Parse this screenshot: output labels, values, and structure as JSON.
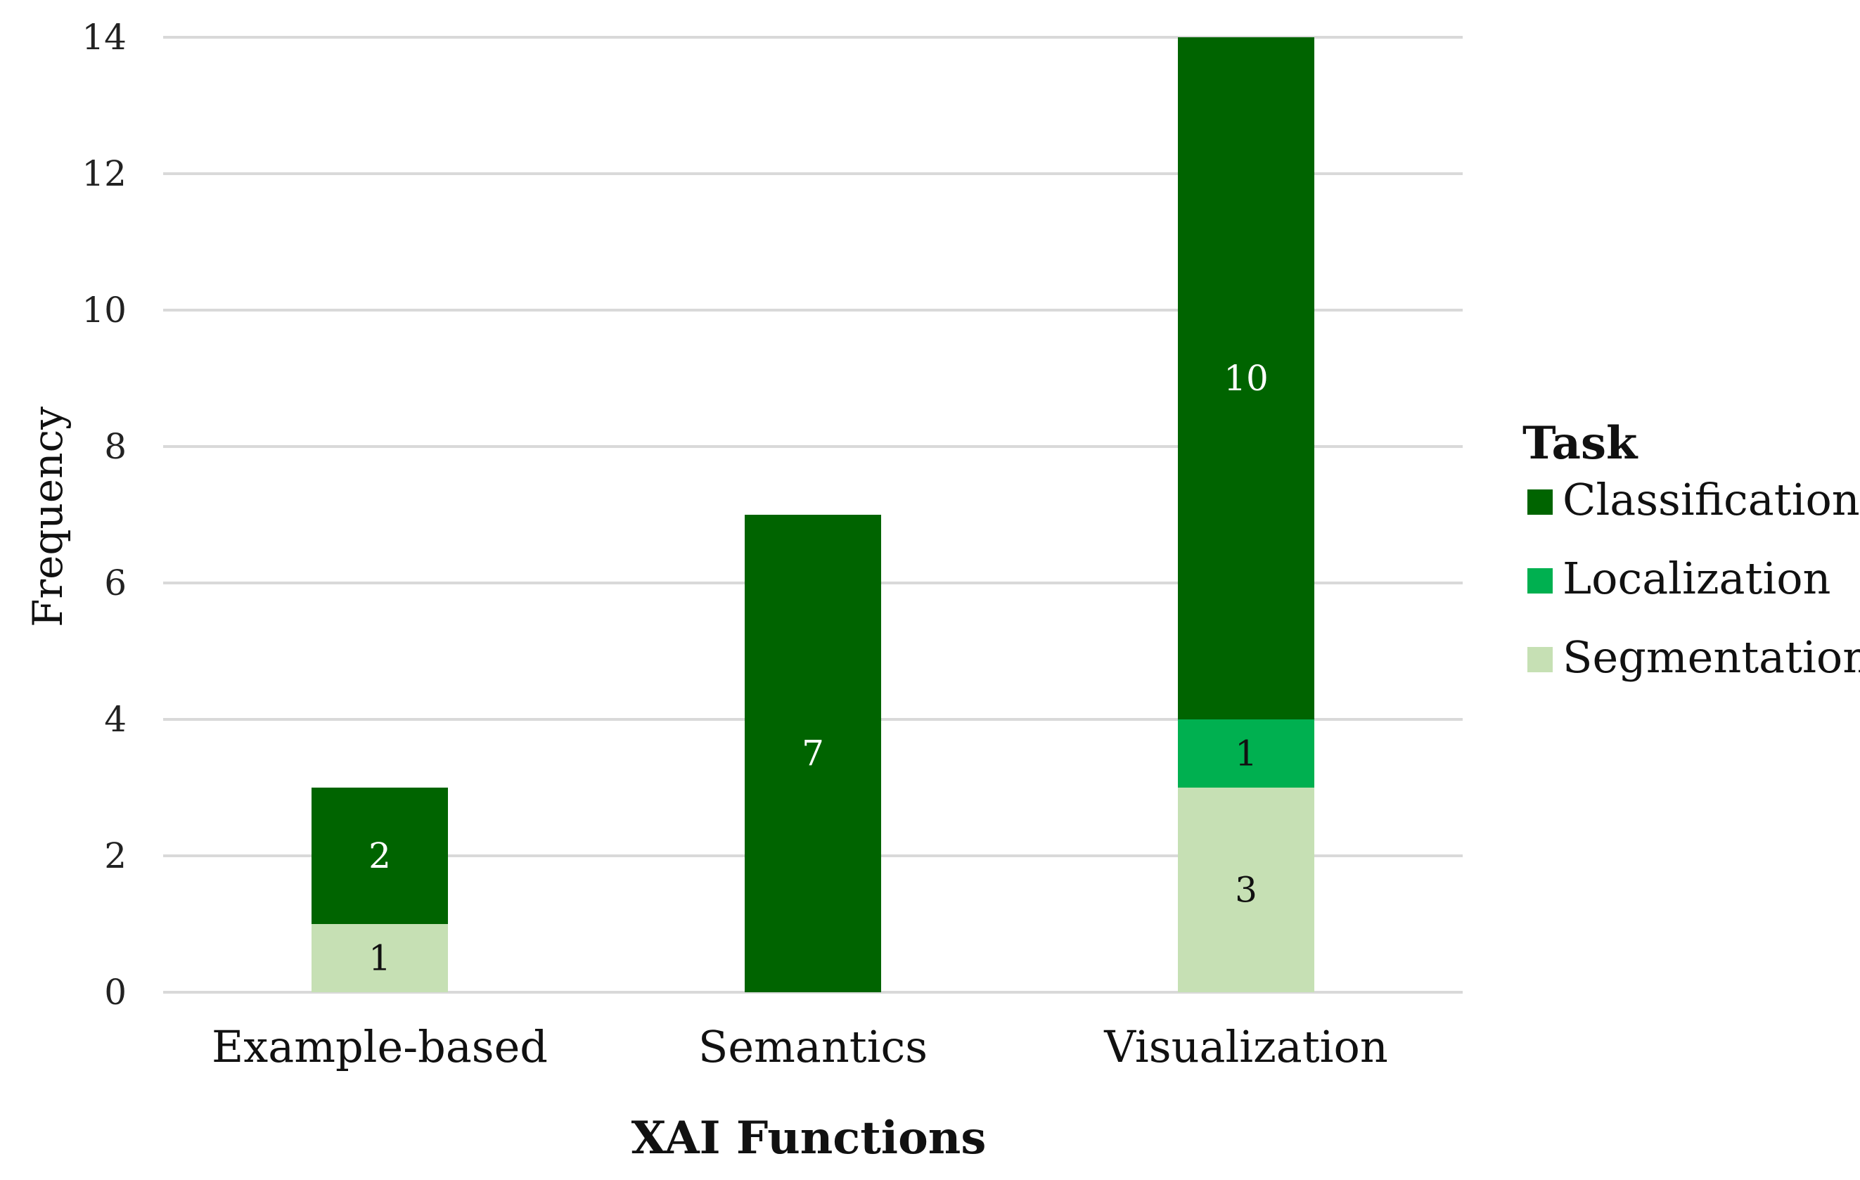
{
  "chart_data": {
    "type": "bar",
    "stacked": true,
    "categories": [
      "Example-based",
      "Semantics",
      "Visualization"
    ],
    "series": [
      {
        "name": "Segmentation",
        "values": [
          1,
          0,
          3
        ],
        "color": "#c6e0b4",
        "label_color": "#111111"
      },
      {
        "name": "Localization",
        "values": [
          0,
          0,
          1
        ],
        "color": "#00b050",
        "label_color": "#111111"
      },
      {
        "name": "Classification",
        "values": [
          2,
          7,
          10
        ],
        "color": "#006400",
        "label_color": "#ffffff"
      }
    ],
    "legend_order": [
      "Classification",
      "Localization",
      "Segmentation"
    ],
    "title": "",
    "xlabel": "XAI Functions",
    "ylabel": "Frequency",
    "ylim": [
      0,
      14
    ],
    "yticks": [
      0,
      2,
      4,
      6,
      8,
      10,
      12,
      14
    ],
    "legend_title": "Task",
    "legend_position": "right",
    "grid": true,
    "gridline_color": "#d9d9d9"
  }
}
